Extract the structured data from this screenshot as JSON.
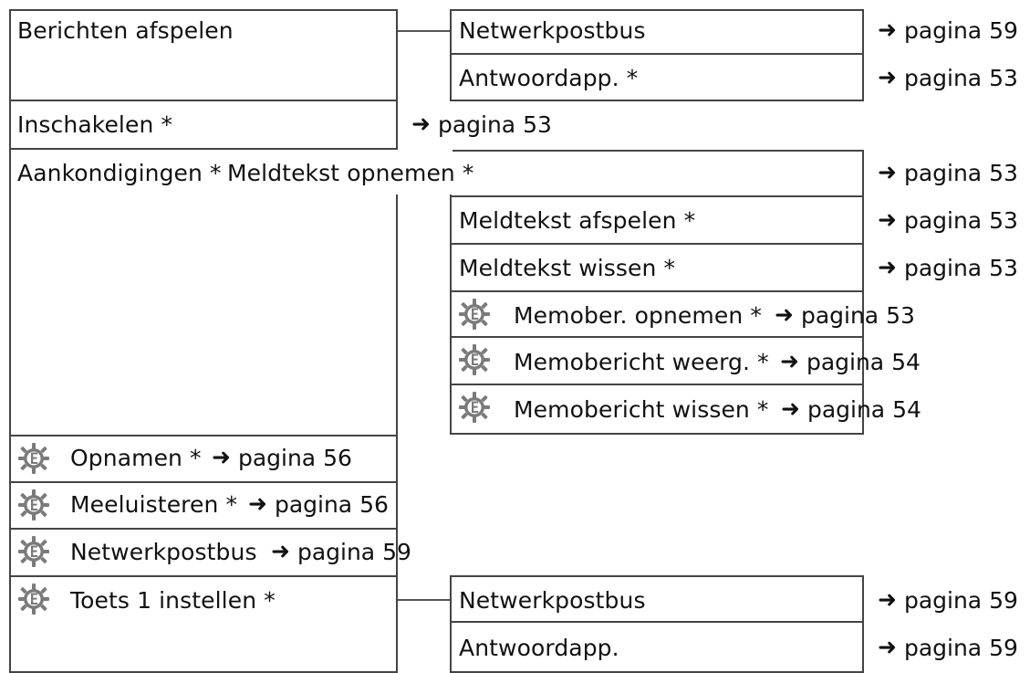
{
  "left_menu": {
    "play_messages": "Berichten afspelen",
    "enable": "Inschakelen *",
    "announcements": "Aankondigingen *",
    "record_item": "Opnamen *",
    "record_ref": "pagina 56",
    "listen_item": "Meeluisteren *",
    "listen_ref": "pagina 56",
    "network_mailbox_item": "Netwerkpostbus",
    "network_mailbox_ref": "pagina 59",
    "key1_item": "Toets 1 instellen *"
  },
  "play_messages_submenu": {
    "network_mailbox": "Netwerkpostbus",
    "network_mailbox_ref": "pagina 59",
    "answering_machine": "Antwoordapp. *",
    "answering_machine_ref": "pagina 53"
  },
  "enable_ref": "pagina 53",
  "announcements_submenu": {
    "record_message": "Meldtekst opnemen *",
    "record_message_ref": "pagina 53",
    "play_message": "Meldtekst afspelen *",
    "play_message_ref": "pagina 53",
    "delete_message": "Meldtekst wissen *",
    "delete_message_ref": "pagina 53",
    "memo_record": "Memober. opnemen *",
    "memo_record_ref": "pagina 53",
    "memo_play": "Memobericht weerg. *",
    "memo_play_ref": "pagina 54",
    "memo_delete": "Memobericht wissen *",
    "memo_delete_ref": "pagina 54"
  },
  "key1_submenu": {
    "network_mailbox": "Netwerkpostbus",
    "network_mailbox_ref": "pagina 59",
    "answering_machine": "Antwoordapp.",
    "answering_machine_ref": "pagina 59"
  },
  "icons": {
    "arrow": "right-arrow-icon",
    "feature_badge": "gear-e-icon"
  }
}
